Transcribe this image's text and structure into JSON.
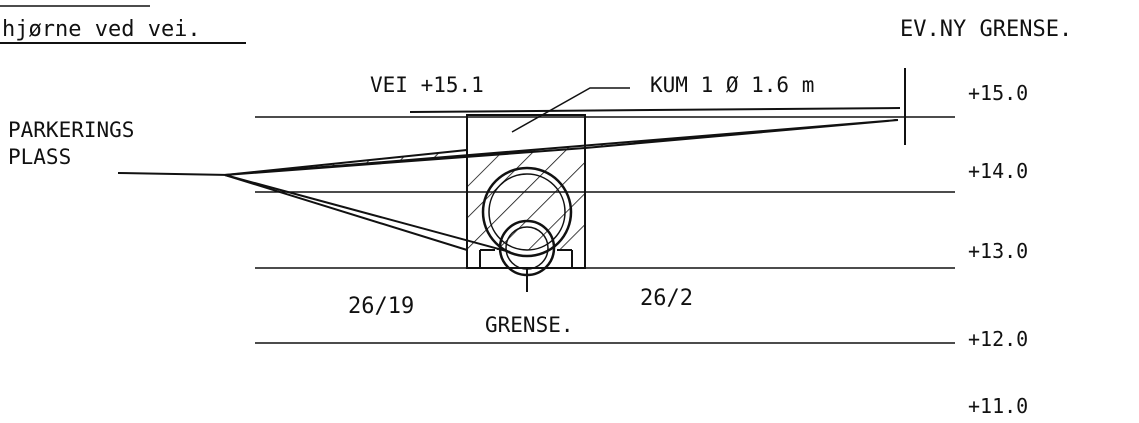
{
  "diagram": {
    "title_fragment": "hjørne ved vei.",
    "top_right_label": "EV.NY GRENSE.",
    "road_label": "VEI +15.1",
    "manhole_label": "KUM 1 Ø 1.6 m",
    "parking_label_line1": "PARKERINGS",
    "parking_label_line2": "PLASS",
    "plot_left": "26/19",
    "plot_right": "26/2",
    "boundary_label": "GRENSE.",
    "levels": [
      "+15.0",
      "+14.0",
      "+13.0",
      "+12.0",
      "+11.0"
    ]
  }
}
